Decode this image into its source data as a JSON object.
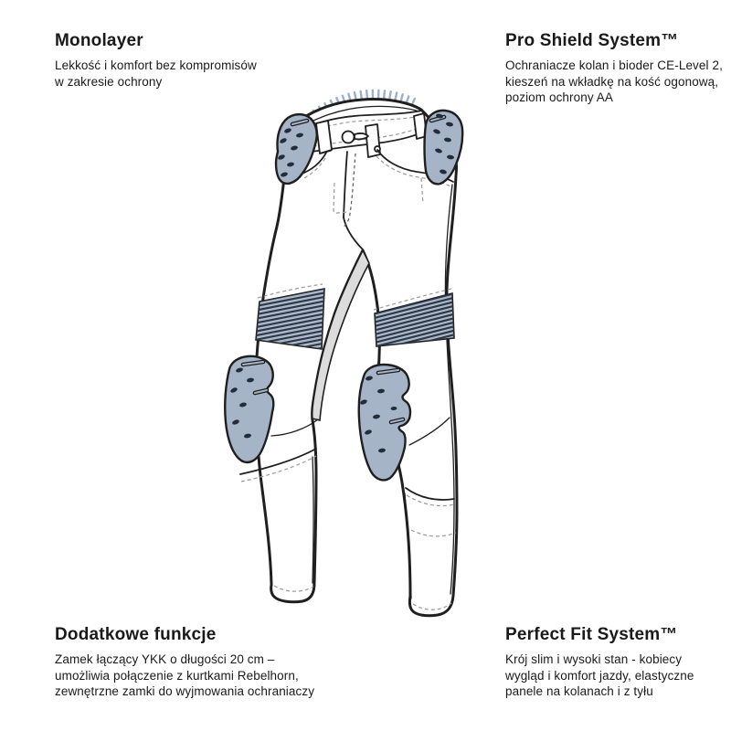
{
  "callouts": {
    "top_left": {
      "title": "Monolayer",
      "lines": [
        "Lekkość i komfort bez kompromisów",
        "w zakresie ochrony"
      ]
    },
    "top_right": {
      "title": "Pro Shield System™",
      "lines": [
        "Ochraniacze kolan i bioder CE-Level 2,",
        "kieszeń na wkładkę na kość ogonową,",
        "poziom ochrony AA"
      ]
    },
    "bottom_left": {
      "title": "Dodatkowe funkcje",
      "lines": [
        "Zamek łączący YKK o długości 20 cm –",
        "umożliwia połączenie z kurtkami Rebelhorn,",
        "zewnętrzne zamki do wyjmowania ochraniaczy"
      ]
    },
    "bottom_right": {
      "title": "Perfect Fit System™",
      "lines": [
        "Krój slim i wysoki stan - kobiecy",
        "wygląd i komfort jazdy, elastyczne",
        "panele na kolanach i z tyłu"
      ]
    }
  },
  "illustration": {
    "name": "women-motorcycle-pants-technical-drawing",
    "features": [
      "hip-protectors",
      "knee-protectors",
      "stretch-ribbed-panels",
      "jacket-connecting-zipper",
      "button-fly",
      "front-pockets"
    ],
    "colors": {
      "outline": "#1f1f1f",
      "protector": "#a6b4c7",
      "protector_hole": "#232c3a",
      "ribbed_base": "#aab9cc",
      "ribbed_stripe": "#2e3744",
      "shading": "#dcdcdc",
      "stitch": "#9a9a9a",
      "zipper_teeth": "#9db0c6"
    }
  }
}
